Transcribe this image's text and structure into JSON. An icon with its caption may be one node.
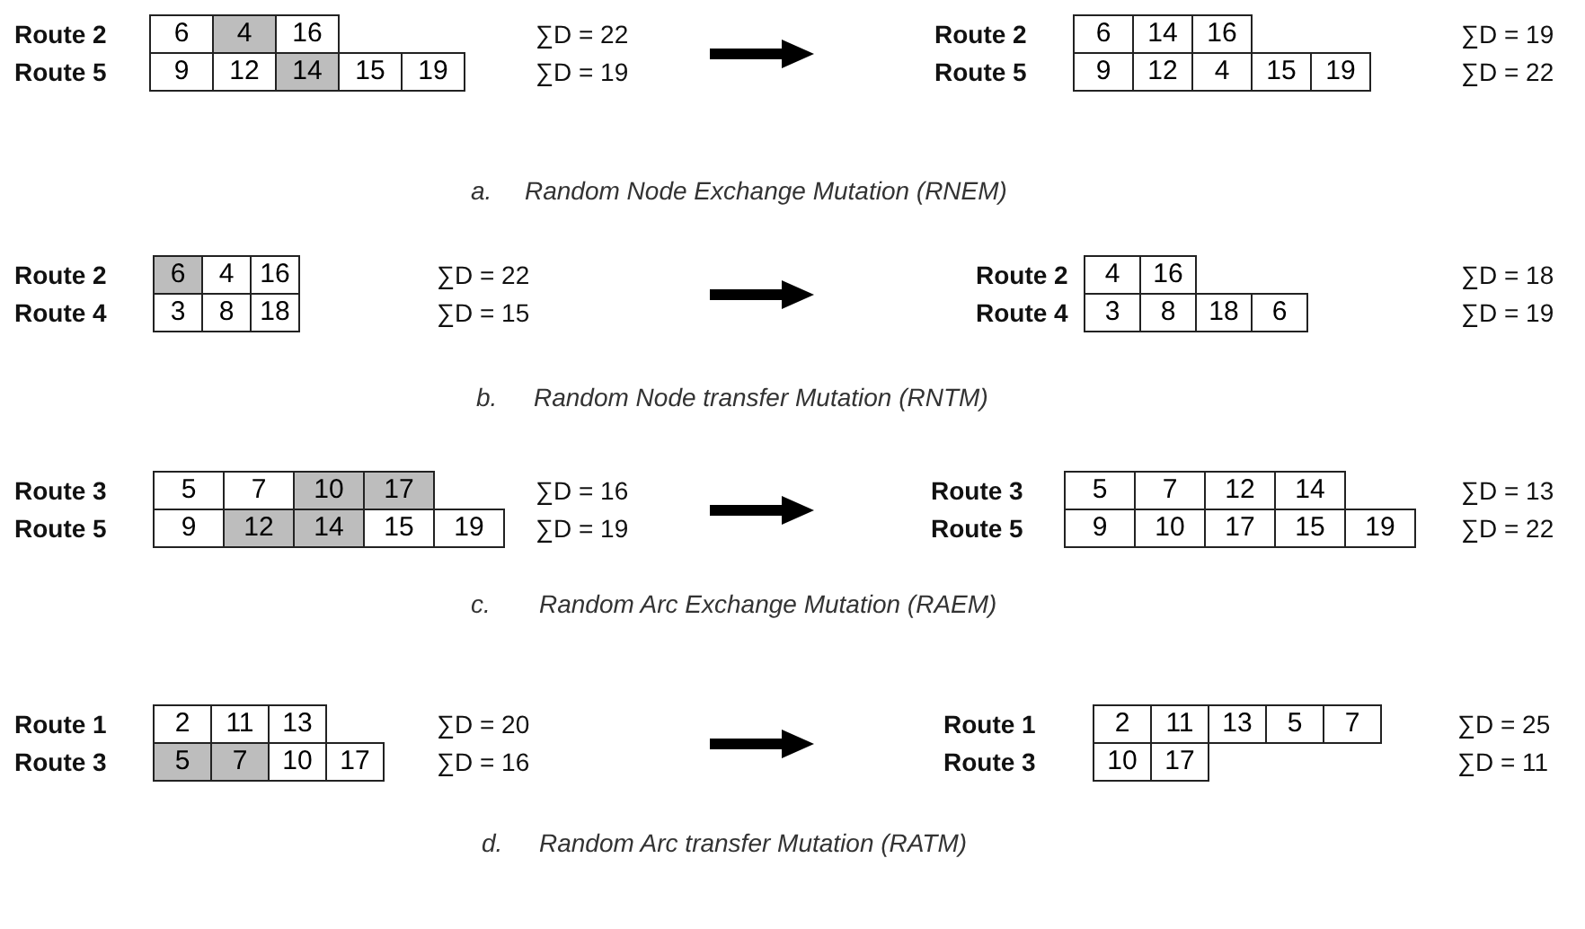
{
  "diagram": {
    "labels": [
      "Route 2",
      "6",
      "4",
      "16",
      "∑D = 22",
      "Route 2",
      "6",
      "14",
      "16",
      "∑D = 19",
      "Route 5",
      "9",
      "12",
      "14",
      "15",
      "19",
      "∑D = 19",
      "Route 5",
      "9",
      "12",
      "4",
      "15",
      "19",
      "∑D = 22",
      "a.",
      "Random Node Exchange Mutation (RNEM)",
      "Route 2",
      "6",
      "4",
      "16",
      "∑D = 22",
      "Route 2",
      "4",
      "16",
      "∑D = 18",
      "Route 4",
      "3",
      "8",
      "18",
      "∑D = 15",
      "Route 4",
      "3",
      "8",
      "18",
      "6",
      "∑D = 19",
      "b.",
      "Random Node transfer Mutation (RNTM)",
      "Route 3",
      "5",
      "7",
      "10",
      "17",
      "∑D = 16",
      "Route 3",
      "5",
      "7",
      "12",
      "14",
      "∑D = 13",
      "Route 5",
      "9",
      "12",
      "14",
      "15",
      "19",
      "∑D = 19",
      "Route 5",
      "9",
      "10",
      "17",
      "15",
      "19",
      "∑D = 22",
      "c.",
      "Random Arc Exchange Mutation (RAEM)",
      "Route 1",
      "2",
      "11",
      "13",
      "∑D = 20",
      "Route 1",
      "2",
      "11",
      "13",
      "5",
      "7",
      "∑D = 25",
      "Route 3",
      "5",
      "7",
      "10",
      "17",
      "∑D = 16",
      "Route 3",
      "10",
      "17",
      "∑D = 11",
      "d.",
      "Random Arc transfer Mutation (RATM)"
    ]
  }
}
